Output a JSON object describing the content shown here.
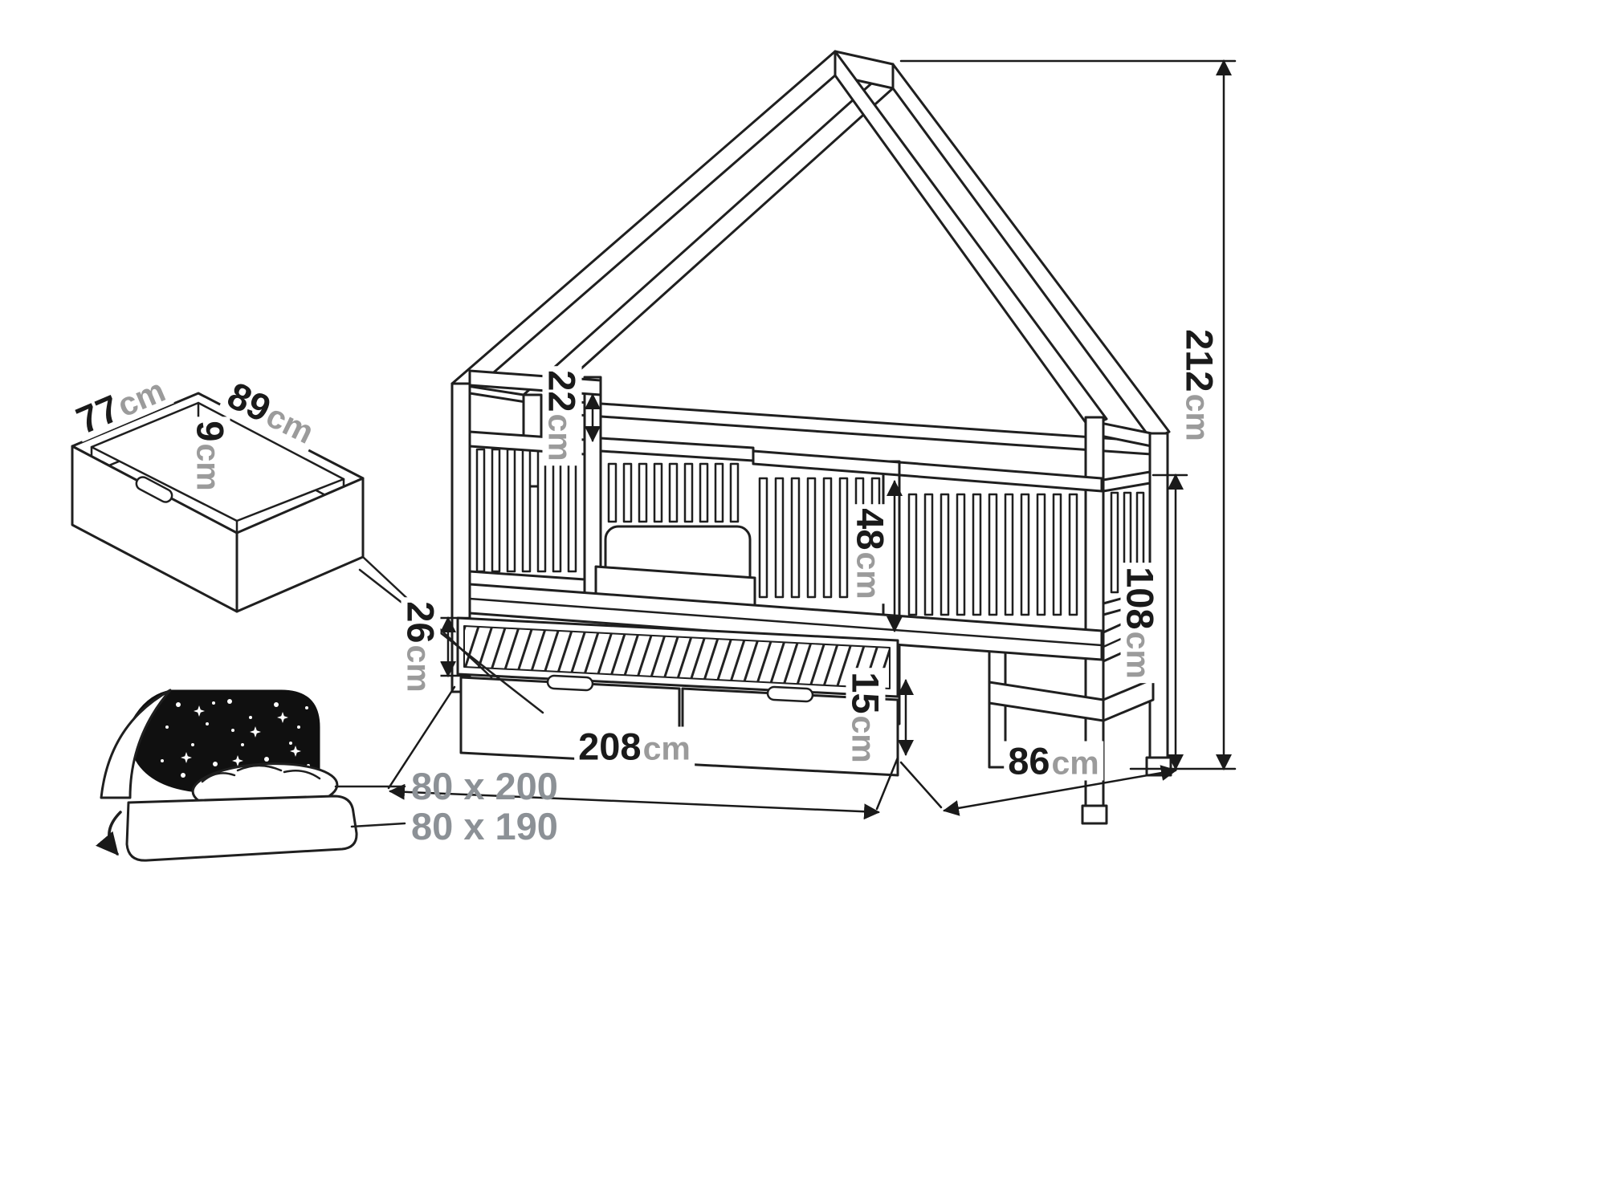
{
  "canvas": {
    "background": "#ffffff"
  },
  "colors": {
    "line": "#1f1f1f",
    "dimension_number": "#1a1a1a",
    "dimension_unit": "#9b9b9b",
    "mattress_size_text": "#8c9196",
    "star_blanket": "#101010"
  },
  "dimensions": {
    "storage_drawer_width": {
      "value": "77",
      "unit": "cm"
    },
    "storage_drawer_length": {
      "value": "89",
      "unit": "cm"
    },
    "storage_drawer_depth": {
      "value": "9",
      "unit": "cm"
    },
    "headboard_gap": {
      "value": "22",
      "unit": "cm"
    },
    "total_height": {
      "value": "212",
      "unit": "cm"
    },
    "side_height": {
      "value": "108",
      "unit": "cm"
    },
    "guard_rail_height": {
      "value": "48",
      "unit": "cm"
    },
    "trundle_frame_height": {
      "value": "26",
      "unit": "cm"
    },
    "bed_length": {
      "value": "208",
      "unit": "cm"
    },
    "drawer_front_height": {
      "value": "15",
      "unit": "cm"
    },
    "bed_width": {
      "value": "86",
      "unit": "cm"
    }
  },
  "mattress_sizes": {
    "main_bed": "80 x 200",
    "trundle_bed": "80 x 190"
  }
}
